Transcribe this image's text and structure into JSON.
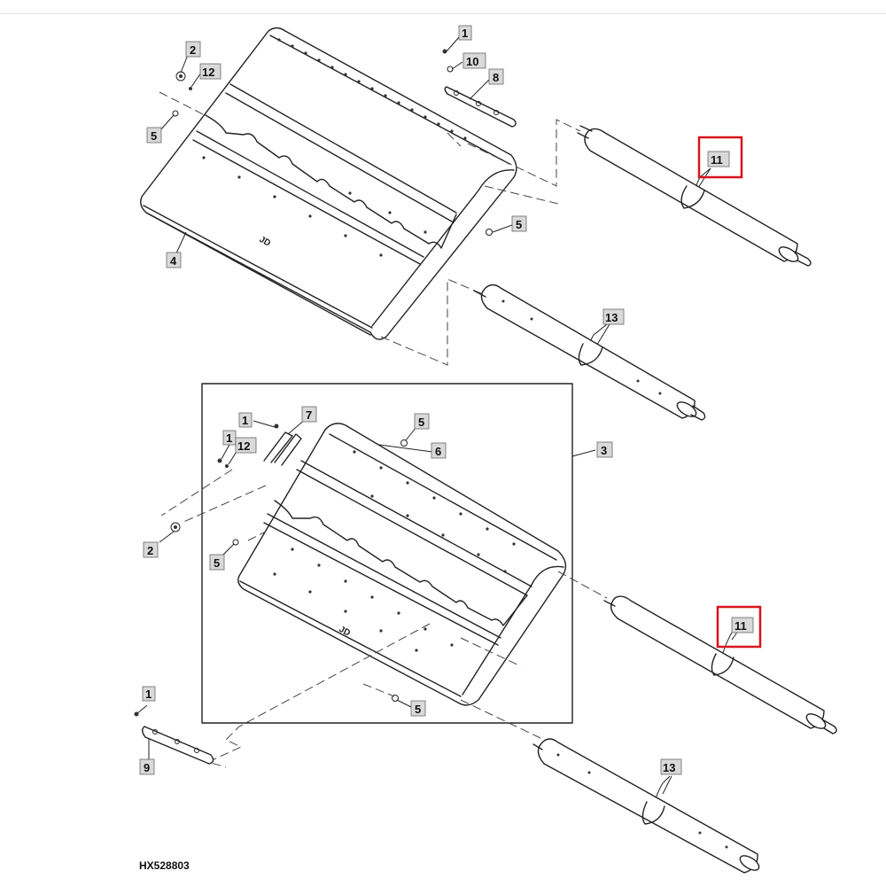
{
  "drawing": {
    "id": "HX528803"
  },
  "callouts": {
    "top": {
      "c1": "1",
      "c10": "10",
      "c8": "8",
      "c2": "2",
      "c12": "12",
      "c5a": "5",
      "c5b": "5",
      "c4": "4",
      "c11": "11",
      "c13": "13"
    },
    "bottom": {
      "c3": "3",
      "c1a": "1",
      "c7": "7",
      "c5a": "5",
      "c6": "6",
      "c1b": "1",
      "c12": "12",
      "c2": "2",
      "c5b": "5",
      "c5c": "5",
      "c11": "11",
      "c1c": "1",
      "c9": "9",
      "c13": "13"
    }
  },
  "highlight": {
    "color": "#d9141c"
  }
}
